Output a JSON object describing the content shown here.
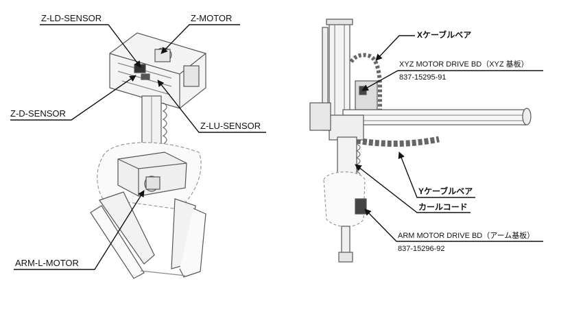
{
  "left_diagram": {
    "labels": {
      "z_ld_sensor": "Z-LD-SENSOR",
      "z_motor": "Z-MOTOR",
      "z_d_sensor": "Z-D-SENSOR",
      "z_lu_sensor": "Z-LU-SENSOR",
      "arm_l_motor": "ARM-L-MOTOR"
    }
  },
  "right_diagram": {
    "labels": {
      "x_cable_bear": "Xケーブルベア",
      "xyz_board": "XYZ MOTOR DRIVE BD（XYZ 基板）",
      "xyz_part_no": "837-15295-91",
      "y_cable_bear": "Yケーブルベア",
      "curl_cord": "カールコード",
      "arm_board": "ARM MOTOR DRIVE BD（アーム基板）",
      "arm_part_no": "837-15296-92"
    }
  }
}
